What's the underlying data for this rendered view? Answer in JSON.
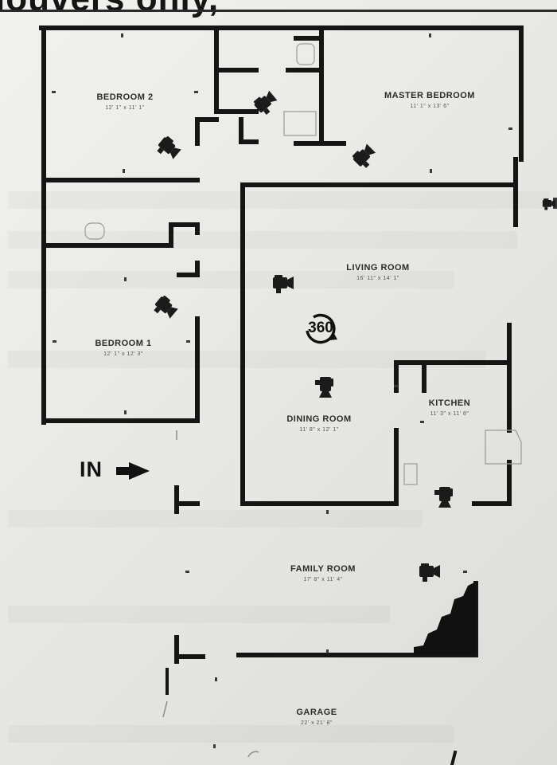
{
  "header": {
    "title_fragment": "louvers only,"
  },
  "rooms": [
    {
      "name": "BEDROOM 2",
      "dims": "12' 1\" x 11' 1\""
    },
    {
      "name": "MASTER BEDROOM",
      "dims": "11' 1\" x 13' 6\""
    },
    {
      "name": "LIVING ROOM",
      "dims": "16' 11\" x 14' 1\""
    },
    {
      "name": "BEDROOM 1",
      "dims": "12' 1\" x 12' 3\""
    },
    {
      "name": "DINING ROOM",
      "dims": "11' 8\" x 12' 1\""
    },
    {
      "name": "KITCHEN",
      "dims": "11' 3\" x 11' 8\""
    },
    {
      "name": "FAMILY ROOM",
      "dims": "17' 8\" x 11' 4\""
    },
    {
      "name": "GARAGE",
      "dims": "22' x 21' 8\""
    }
  ],
  "entry": {
    "label": "IN"
  },
  "badge": {
    "label": "360",
    "icon": "rotate-360-icon"
  },
  "camera_icon": "camera-icon",
  "colors": {
    "wall": "#151515",
    "paper": "#eeeeea"
  }
}
